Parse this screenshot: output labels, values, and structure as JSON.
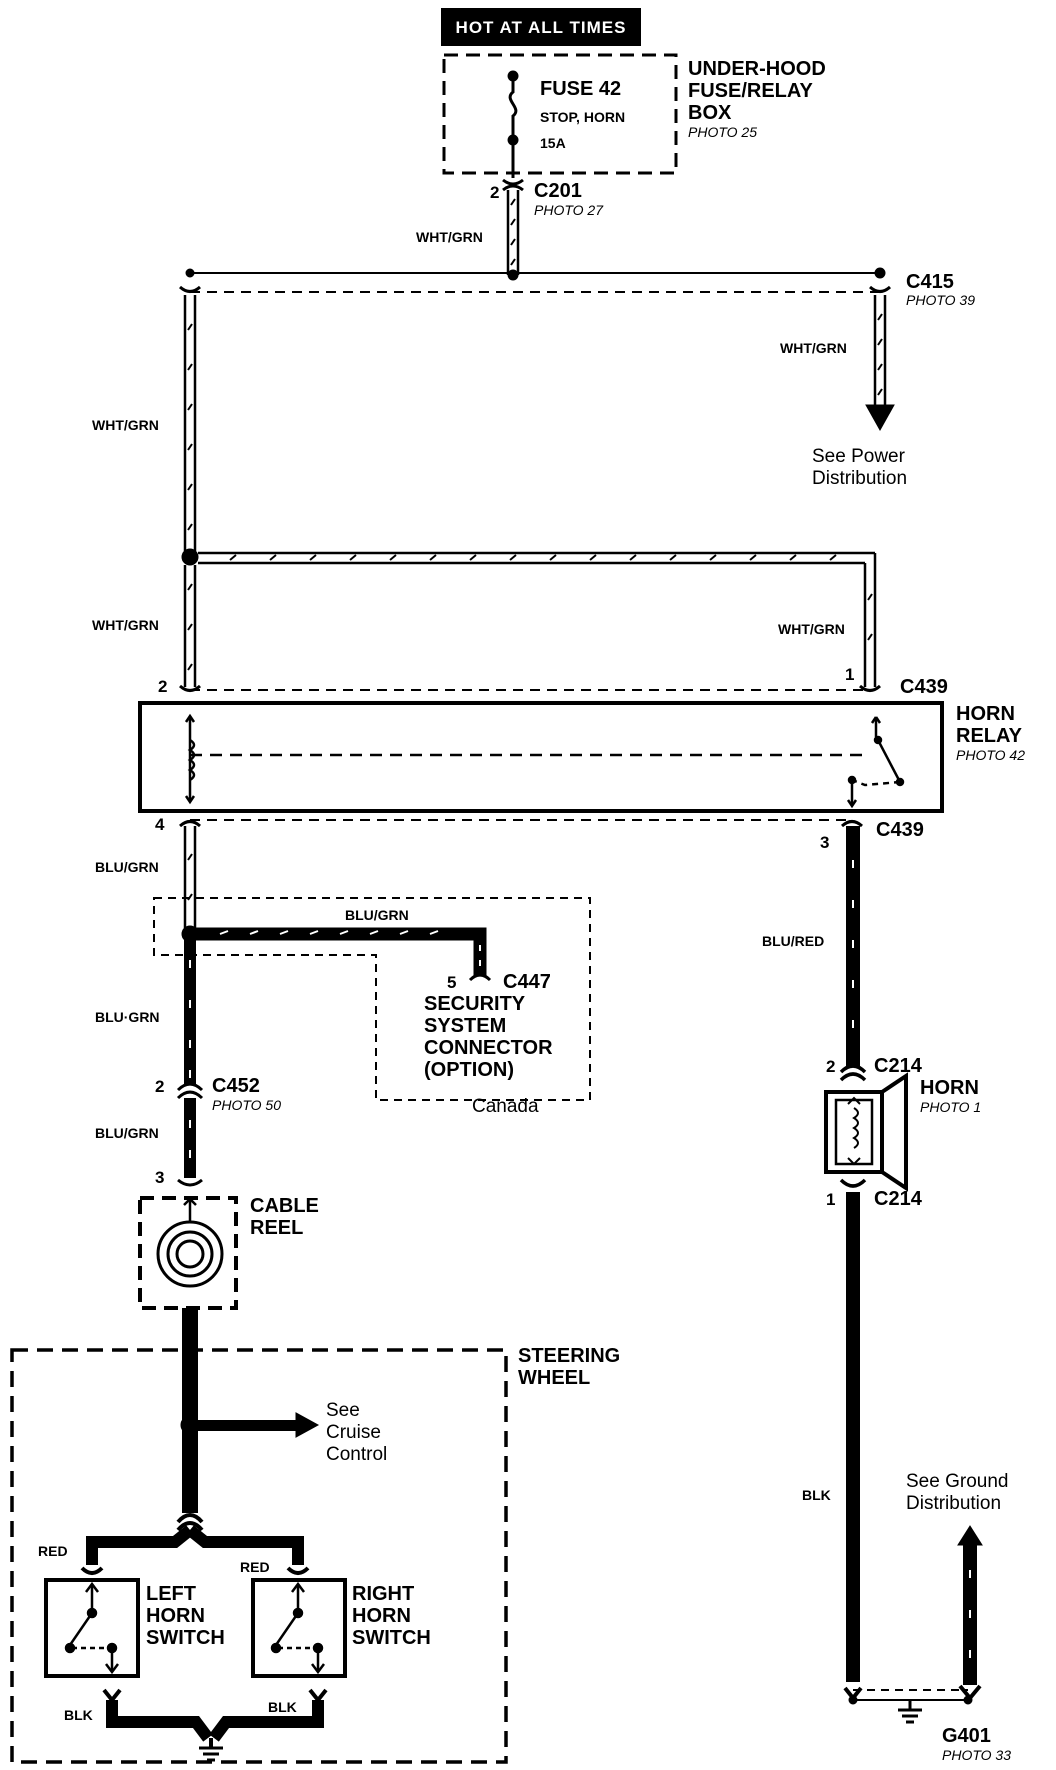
{
  "header": {
    "hot_label": "HOT AT ALL TIMES"
  },
  "fuse_box": {
    "fuse_name": "FUSE 42",
    "fuse_circuit": "STOP, HORN",
    "fuse_rating": "15A",
    "box_line1": "UNDER-HOOD",
    "box_line2": "FUSE/RELAY",
    "box_line3": "BOX",
    "box_photo": "PHOTO 25"
  },
  "connectors": {
    "c201": "C201",
    "c201_pin": "2",
    "c201_photo": "PHOTO 27",
    "c415": "C415",
    "c415_photo": "PHOTO 39",
    "c439_top": "C439",
    "c439_pin2": "2",
    "c439_pin1": "1",
    "c439_bottom": "C439",
    "c439_pin4": "4",
    "c439_pin3": "3",
    "c447": "C447",
    "c447_pin": "5",
    "c452": "C452",
    "c452_pin": "2",
    "c452_photo": "PHOTO 50",
    "cable_reel_pin": "3",
    "c214_top": "C214",
    "c214_pin2": "2",
    "c214_bottom": "C214",
    "c214_pin1": "1"
  },
  "wires": {
    "wht_grn_1": "WHT/GRN",
    "wht_grn_2": "WHT/GRN",
    "wht_grn_3": "WHT/GRN",
    "wht_grn_4": "WHT/GRN",
    "wht_grn_5": "WHT/GRN",
    "blu_grn_1": "BLU/GRN",
    "blu_grn_2": "BLU/GRN",
    "blu_grn_3": "BLU·GRN",
    "blu_grn_4": "BLU/GRN",
    "blu_red": "BLU/RED",
    "blk_main": "BLK",
    "red_left": "RED",
    "red_right": "RED",
    "blk_left": "BLK",
    "blk_right": "BLK"
  },
  "references": {
    "power_1": "See Power",
    "power_2": "Distribution",
    "cruise_1": "See",
    "cruise_2": "Cruise",
    "cruise_3": "Control",
    "ground_1": "See Ground",
    "ground_2": "Distribution"
  },
  "components": {
    "horn_relay_1": "HORN",
    "horn_relay_2": "RELAY",
    "horn_relay_photo": "PHOTO 42",
    "security_1": "SECURITY",
    "security_2": "SYSTEM",
    "security_3": "CONNECTOR",
    "security_4": "(OPTION)",
    "canada": "Canada",
    "cable_reel_1": "CABLE",
    "cable_reel_2": "REEL",
    "steering_1": "STEERING",
    "steering_2": "WHEEL",
    "left_sw_1": "LEFT",
    "left_sw_2": "HORN",
    "left_sw_3": "SWITCH",
    "right_sw_1": "RIGHT",
    "right_sw_2": "HORN",
    "right_sw_3": "SWITCH",
    "horn_1": "HORN",
    "horn_photo": "PHOTO 1",
    "ground": "G401",
    "ground_photo": "PHOTO 33"
  }
}
